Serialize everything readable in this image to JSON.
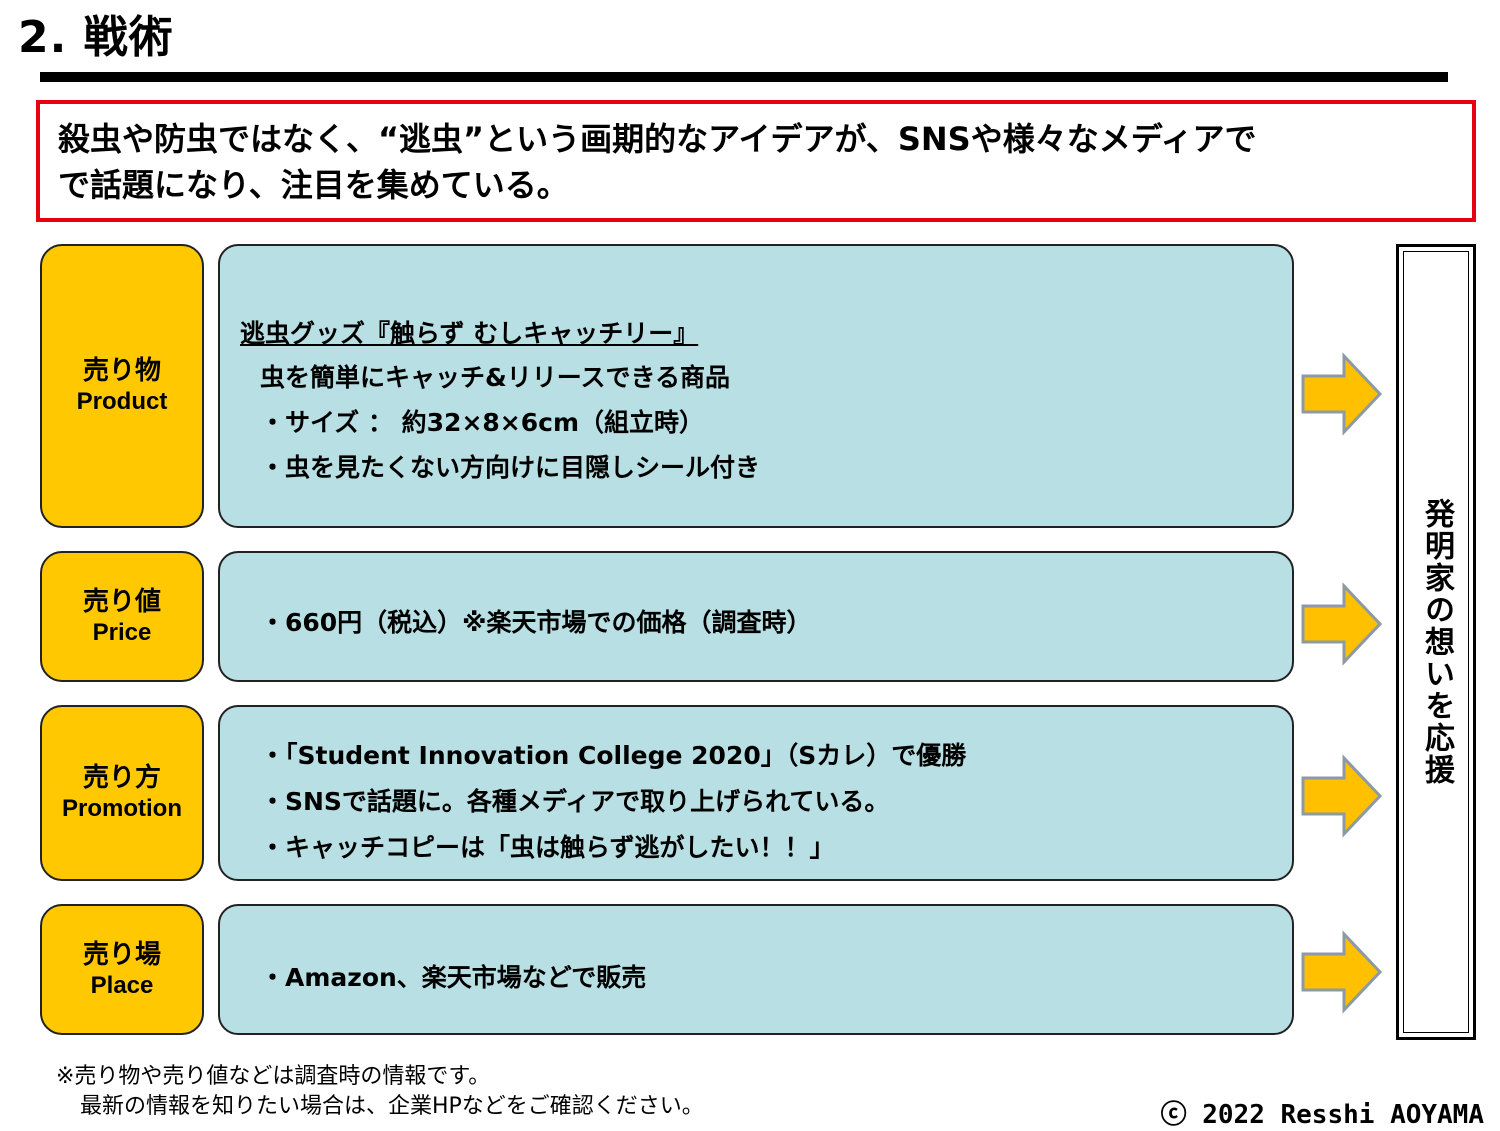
{
  "title": "2. 戦術",
  "headline": {
    "line1": "殺虫や防虫ではなく、“逃虫”という画期的なアイデアが、SNSや様々なメディアで",
    "line2": "で話題になり、注目を集めている。"
  },
  "sections": {
    "product": {
      "label_jp": "売り物",
      "label_en": "Product",
      "lines": [
        "逃虫グッズ『触らず むしキャッチリー』",
        "虫を簡単にキャッチ&リリースできる商品",
        "・サイズ ： 約32×8×6cm（組立時）",
        "・虫を見たくない方向けに目隠しシール付き"
      ]
    },
    "price": {
      "label_jp": "売り値",
      "label_en": "Price",
      "lines": [
        "・660円（税込）※楽天市場での価格（調査時）"
      ]
    },
    "promotion": {
      "label_jp": "売り方",
      "label_en": "Promotion",
      "lines": [
        "・「Student Innovation College 2020」（Sカレ）で優勝",
        "・SNSで話題に。各種メディアで取り上げられている。",
        "・キャッチコピーは「虫は触らず逃がしたい！！」"
      ]
    },
    "place": {
      "label_jp": "売り場",
      "label_en": "Place",
      "lines": [
        "・Amazon、楽天市場などで販売"
      ]
    }
  },
  "side_label": "発明家の想いを応援",
  "note": {
    "line1": "※売り物や売り値などは調査時の情報です。",
    "line2": "最新の情報を知りたい場合は、企業HPなどをご確認ください。"
  },
  "copyright": "ⓒ 2022 Resshi AOYAMA",
  "colors": {
    "accent_red": "#e60012",
    "label_yellow": "#ffc800",
    "content_blue": "#b8dfe3",
    "arrow_fill": "#ffc000",
    "arrow_stroke": "#8c9aa5"
  }
}
